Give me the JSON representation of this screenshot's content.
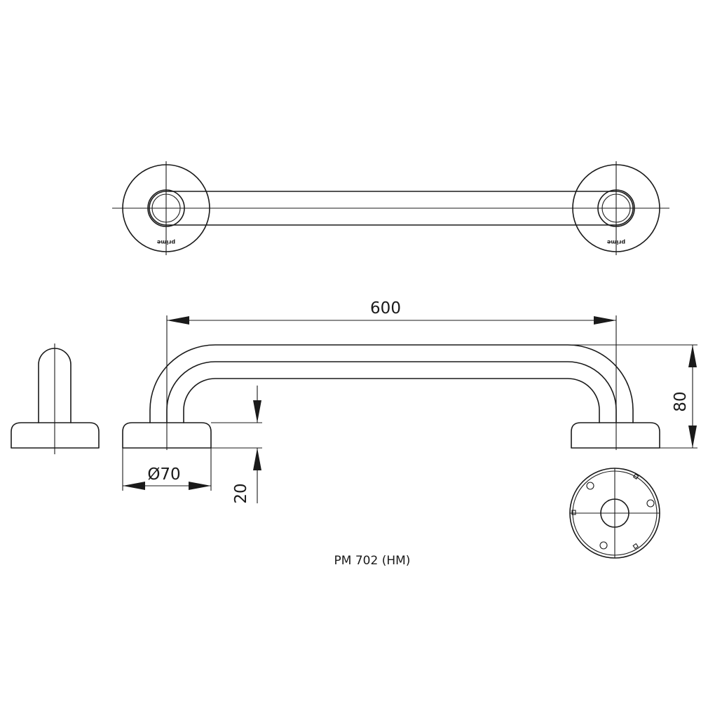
{
  "dimensions": {
    "length": "600",
    "height": "80",
    "rosette_diameter": "Ø70",
    "rosette_thickness": "20"
  },
  "model": {
    "code": "PM 702 (HM)"
  },
  "rosette_brand": "prime"
}
